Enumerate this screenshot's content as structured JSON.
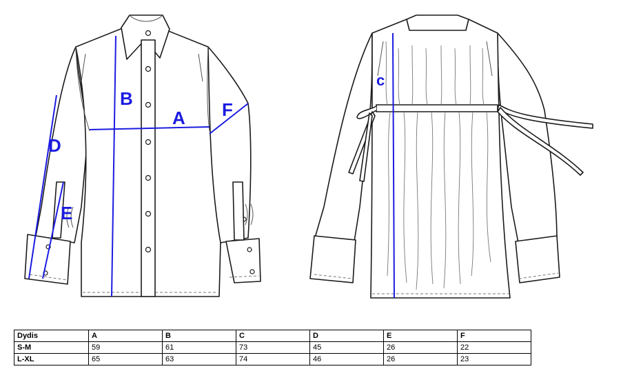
{
  "labels": {
    "A": "A",
    "B": "B",
    "C": "c",
    "D": "D",
    "E": "E",
    "F": "F"
  },
  "colors": {
    "measure_line": "#1b1be0",
    "outline": "#1a1a1a"
  },
  "table": {
    "headers": [
      "Dydis",
      "A",
      "B",
      "C",
      "D",
      "E",
      "F"
    ],
    "rows": [
      [
        "S-M",
        "59",
        "61",
        "73",
        "45",
        "26",
        "22"
      ],
      [
        "L-XL",
        "65",
        "63",
        "74",
        "46",
        "26",
        "23"
      ]
    ]
  }
}
